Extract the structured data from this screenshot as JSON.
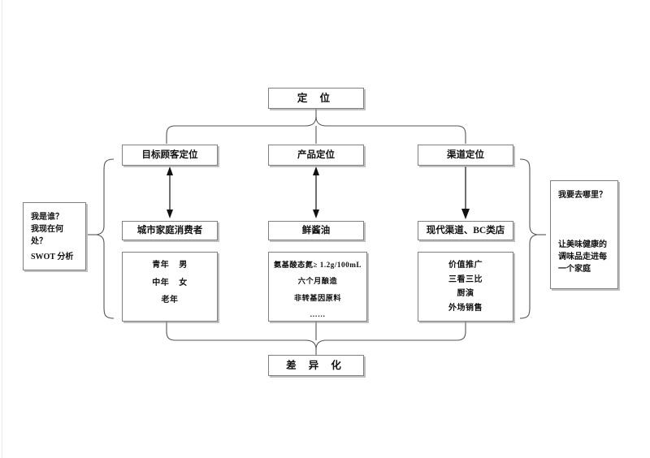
{
  "diagram": {
    "title_box": {
      "label": "定  位"
    },
    "bottom_box": {
      "label": "差  异  化"
    },
    "columns": [
      {
        "id": "customer",
        "header": "目标顾客定位",
        "subject": "城市家庭消费者",
        "details": [
          "青年    男",
          "中年    女",
          "老年"
        ],
        "arrow": "double-headed"
      },
      {
        "id": "product",
        "header": "产品定位",
        "subject": "鲜酱油",
        "details": [
          "氨基酸态氮≥ 1.2g/100mL",
          "六个月酿造",
          "非转基因原料",
          "……"
        ],
        "arrow": "double-headed"
      },
      {
        "id": "channel",
        "header": "渠道定位",
        "subject": "现代渠道、BC类店",
        "details": [
          "价值推广",
          "三看三比",
          "厨演",
          "外场销售"
        ],
        "arrow": "single-headed-down"
      }
    ],
    "left_box": {
      "question": "我是谁？\n我现在何处？",
      "method": "SWOT 分析"
    },
    "right_box": {
      "question": "我要去哪里？",
      "answer": "让美味健康的调味品走进每一个家庭"
    }
  },
  "colors": {
    "box_border": "#808080",
    "line": "#555555",
    "text": "#111111",
    "background": "#ffffff"
  }
}
